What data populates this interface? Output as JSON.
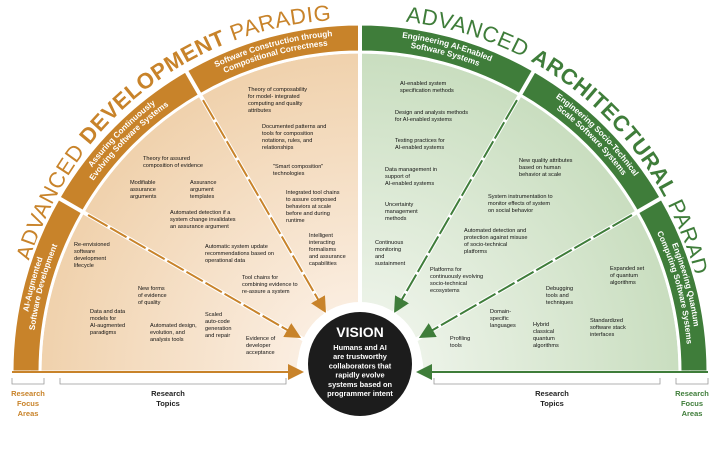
{
  "colors": {
    "orange": "#c8832a",
    "orange_fill": "#f4ddc3",
    "green": "#3f7d3a",
    "green_fill": "#d9e7d3",
    "vision": "#1c1c1c"
  },
  "left_heading": {
    "light": "ADVANCED ",
    "bold": "DEVELOPMENT",
    "rest": " PARADIGMS"
  },
  "right_heading": {
    "light": "ADVANCED ",
    "bold": "ARCHITECTURAL",
    "rest": " PARADIGMS"
  },
  "focus_areas": [
    {
      "line1": "AI-Augmented",
      "line2": "Software Development"
    },
    {
      "line1": "Assuring Continuously",
      "line2": "Evolving Software Systems"
    },
    {
      "line1": "Software Construction through",
      "line2": "Compositional Correctness"
    },
    {
      "line1": "Engineering AI-Enabled",
      "line2": "Software Systems"
    },
    {
      "line1": "Engineering Socio-Technical",
      "line2": "Scale Software Systems"
    },
    {
      "line1": "Engineering Quantum",
      "line2": "Computing Software Systems"
    }
  ],
  "topics": {
    "ai_augmented": [
      [
        "Re-envisioned",
        "software",
        "development",
        "lifecycle"
      ],
      [
        "Data and data",
        "models for",
        "AI-augmented",
        "paradigms"
      ],
      [
        "New forms",
        "of evidence",
        "of quality"
      ],
      [
        "Automated design,",
        "evolution, and",
        "analysis tools"
      ],
      [
        "Scaled",
        "auto-code",
        "generation",
        "and repair"
      ],
      [
        "Evidence of",
        "developer",
        "acceptance"
      ]
    ],
    "assuring": [
      [
        "Theory for assured",
        "composition of evidence"
      ],
      [
        "Modifiable",
        "assurance",
        "arguments"
      ],
      [
        "Assurance",
        "argument",
        "templates"
      ],
      [
        "Automated detection if a",
        "system change invalidates",
        "an assurance argument"
      ],
      [
        "Automatic system update",
        "recommendations based on",
        "operational data"
      ],
      [
        "Tool chains for",
        "combining evidence to",
        "re-assure a system"
      ]
    ],
    "construction": [
      [
        "Theory of composability",
        "for model- integrated",
        "computing and quality",
        "attributes"
      ],
      [
        "Documented patterns and",
        "tools for composition",
        "notations, rules, and",
        "relationships"
      ],
      [
        "\"Smart composition\"",
        "technologies"
      ],
      [
        "Integrated tool chains",
        "to assure composed",
        "behaviors at scale",
        "before and during",
        "runtime"
      ],
      [
        "Intelligent",
        "interacting",
        "formalisms",
        "and assurance",
        "capabilities"
      ]
    ],
    "ai_enabled": [
      [
        "AI-enabled system",
        "specification methods"
      ],
      [
        "Design and analysis methods",
        "for AI-enabled systems"
      ],
      [
        "Testing practices for",
        "AI-enabled systems"
      ],
      [
        "Data management in",
        "support of",
        "AI-enabled systems"
      ],
      [
        "Uncertainty",
        "management",
        "methods"
      ],
      [
        "Continuous",
        "monitoring",
        "and",
        "sustainment"
      ]
    ],
    "socio_technical": [
      [
        "New quality attributes",
        "based on human",
        "behavior at scale"
      ],
      [
        "System instrumentation to",
        "monitor effects of system",
        "on social behavior"
      ],
      [
        "Automated detection and",
        "protection against misuse",
        "of socio-technical",
        "platforms"
      ],
      [
        "Platforms for",
        "continuously evolving",
        "socio-technical",
        "ecosystems"
      ]
    ],
    "quantum": [
      [
        "Expanded set",
        "of quantum",
        "algorithms"
      ],
      [
        "Debugging",
        "tools and",
        "techniques"
      ],
      [
        "Domain-",
        "specific",
        "languages"
      ],
      [
        "Hybrid",
        "classical",
        "quantum",
        "algorithms"
      ],
      [
        "Standardized",
        "software stack",
        "interfaces"
      ],
      [
        "Profiling",
        "tools"
      ]
    ]
  },
  "vision": {
    "title": "VISION",
    "lines": [
      "Humans and AI",
      "are trustworthy",
      "collaborators that",
      "rapidly evolve",
      "systems based on",
      "programmer intent"
    ]
  },
  "bottom_left": {
    "research_topics": [
      "Research",
      "Topics"
    ],
    "focus": [
      "Research",
      "Focus",
      "Areas"
    ]
  },
  "bottom_right": {
    "research_topics": [
      "Research",
      "Topics"
    ],
    "focus": [
      "Research",
      "Focus",
      "Areas"
    ]
  }
}
